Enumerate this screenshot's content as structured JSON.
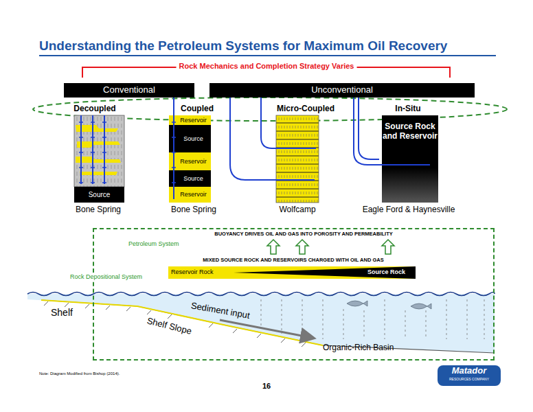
{
  "diagram": {
    "title": "Understanding the Petroleum Systems for Maximum Oil Recovery",
    "nodes": [
      {
        "text": [
          "Conventional"
        ]
      },
      {
        "text": [
          "Unconventional"
        ]
      },
      {
        "text": [
          "Source"
        ]
      },
      {
        "text": [
          "Reservoir"
        ]
      },
      {
        "text": [
          "Source"
        ]
      },
      {
        "text": [
          "Reservoir"
        ]
      },
      {
        "text": [
          "Source"
        ]
      },
      {
        "text": [
          "Reservoir"
        ]
      },
      {
        "text": [
          "Source Rock and Reservoir"
        ]
      },
      {
        "text": [
          "BUOYANCY DRIVES OIL AND GAS INTO POROSITY AND PERMEABILITY",
          "Petroleum System",
          "MIXED SOURCE ROCK AND RESERVOIRS CHARGED WITH OIL AND GAS",
          "Rock Depositional System"
        ]
      },
      {
        "text": [
          "Reservoir Rock",
          "Source Rock"
        ],
        "in": 9
      }
    ],
    "labels": [
      "Rock Mechanics and Completion Strategy Varies",
      "Decoupled",
      "Coupled",
      "Micro-Coupled",
      "In-Situ",
      "Bone Spring",
      "Bone Spring",
      "Wolfcamp",
      "Eagle Ford & Haynesville",
      "Shelf",
      "Shelf Slope",
      "Sediment input",
      "Organic-Rich Basin",
      "Note: Diagram Modified from Bishop (2014).",
      "16",
      "Matador",
      "RESOURCES COMPANY"
    ]
  }
}
